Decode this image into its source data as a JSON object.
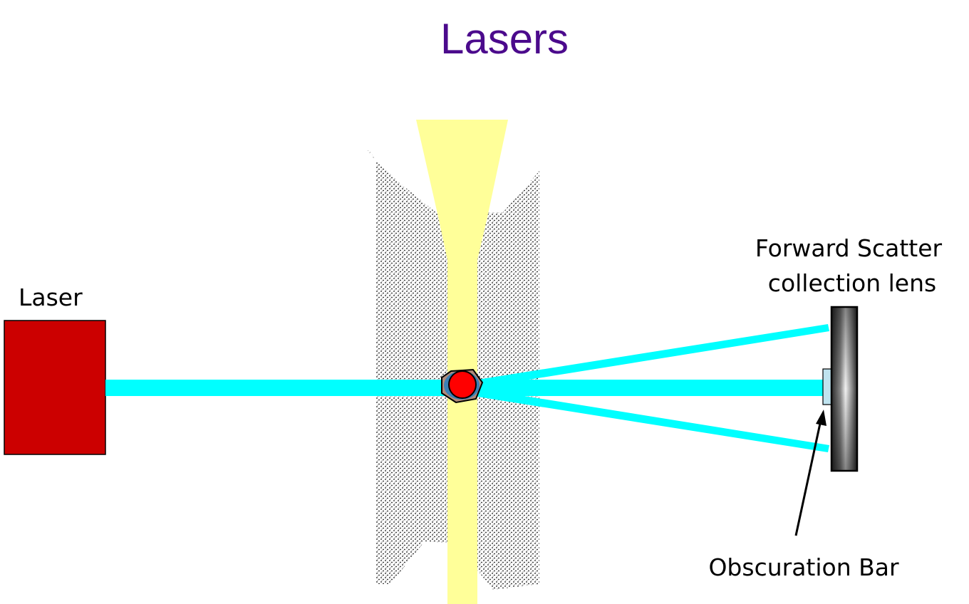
{
  "title": "Lasers",
  "labels": {
    "laser": "Laser",
    "fsc_lens_line1": "Forward Scatter",
    "fsc_lens_line2": "collection lens",
    "obscuration_bar": "Obscuration Bar"
  },
  "colors": {
    "title": "#4b0a8c",
    "laser_body": "#cc0000",
    "laser_beam": "#00ffff",
    "sheath_stream": "#ffff99",
    "particle_core": "#ff0000",
    "particle_shell": "#3b7fb5",
    "particle_outer": "#b08a7a",
    "flow_cell_stipple": "#000000",
    "lens_dark": "#2a2a2a",
    "lens_light": "#f2f2f2",
    "obscuration_bar": "#bfe3ef"
  }
}
